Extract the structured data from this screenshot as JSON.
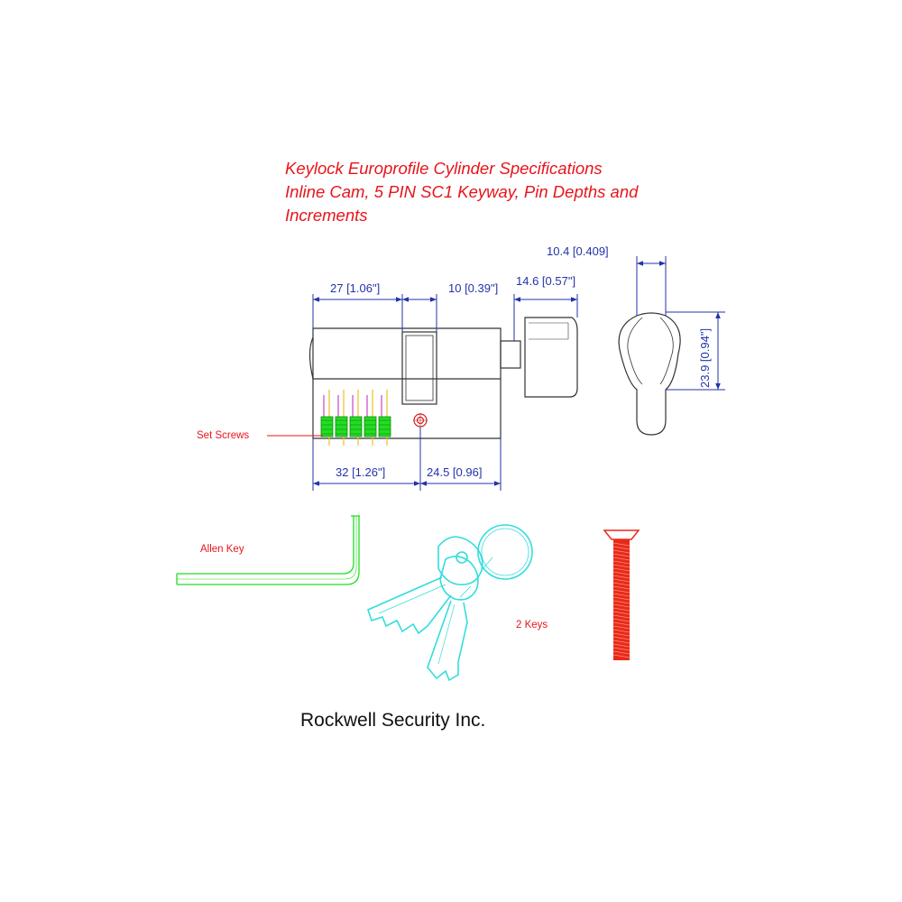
{
  "title": {
    "line1": "Keylock Europrofile Cylinder Specifications",
    "line2": "Inline Cam, 5 PIN SC1  Keyway, Pin Depths and",
    "line3": "Increments"
  },
  "dimensions": {
    "body_left_top": "27 [1.06\"]",
    "cam_gap": "10 [0.39\"]",
    "knob_length": "14.6 [0.57\"]",
    "knob_width": "10.4 [0.409]",
    "knob_height": "23.9 [0.94\"]",
    "body_left_bottom": "32 [1.26\"]",
    "body_right_bottom": "24.5 [0.96]"
  },
  "labels": {
    "set_screws": "Set Screws",
    "allen_key": "Allen Key",
    "keys": "2  Keys"
  },
  "company": "Rockwell Security Inc.",
  "colors": {
    "title_red": "#e8141b",
    "dimension_blue": "#2233aa",
    "outline_dark": "#333333",
    "pin_green": "#22dd22",
    "key_cyan": "#33dddd",
    "screw_red": "#e82a1a"
  }
}
